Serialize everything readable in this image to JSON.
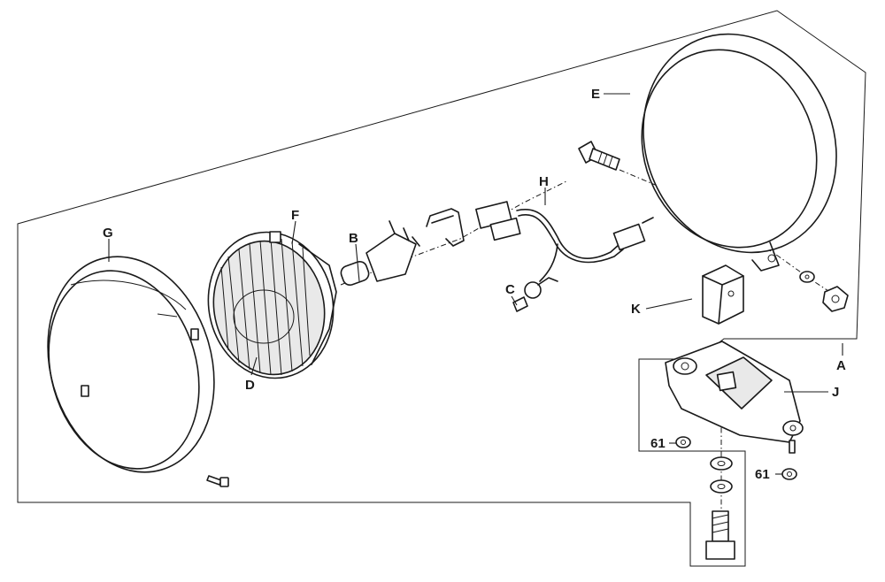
{
  "labels": {
    "A": "A",
    "B": "B",
    "C": "C",
    "D": "D",
    "E": "E",
    "F": "F",
    "G": "G",
    "H": "H",
    "J": "J",
    "K": "K",
    "n61_left": "61",
    "n61_right": "61"
  }
}
